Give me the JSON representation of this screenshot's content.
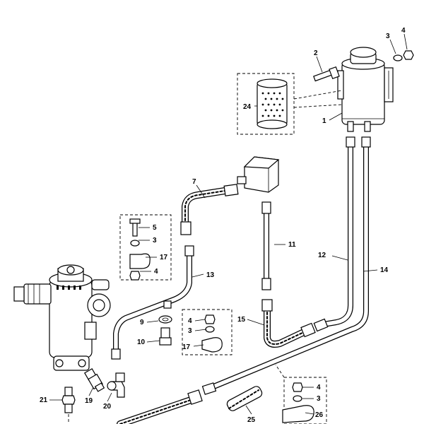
{
  "callouts": [
    {
      "id": "c1",
      "text": "1"
    },
    {
      "id": "c2",
      "text": "2"
    },
    {
      "id": "c3a",
      "text": "3"
    },
    {
      "id": "c4a",
      "text": "4"
    },
    {
      "id": "c24",
      "text": "24"
    },
    {
      "id": "c7",
      "text": "7"
    },
    {
      "id": "c5",
      "text": "5"
    },
    {
      "id": "c3b",
      "text": "3"
    },
    {
      "id": "c17a",
      "text": "17"
    },
    {
      "id": "c4b",
      "text": "4"
    },
    {
      "id": "c13",
      "text": "13"
    },
    {
      "id": "c11",
      "text": "11"
    },
    {
      "id": "c12",
      "text": "12"
    },
    {
      "id": "c14",
      "text": "14"
    },
    {
      "id": "c9",
      "text": "9"
    },
    {
      "id": "c10",
      "text": "10"
    },
    {
      "id": "c4c",
      "text": "4"
    },
    {
      "id": "c3c",
      "text": "3"
    },
    {
      "id": "c17b",
      "text": "17"
    },
    {
      "id": "c15",
      "text": "15"
    },
    {
      "id": "c21",
      "text": "21"
    },
    {
      "id": "c19",
      "text": "19"
    },
    {
      "id": "c20",
      "text": "20"
    },
    {
      "id": "c25",
      "text": "25"
    },
    {
      "id": "c4d",
      "text": "4"
    },
    {
      "id": "c3d",
      "text": "3"
    },
    {
      "id": "c26",
      "text": "26"
    }
  ]
}
